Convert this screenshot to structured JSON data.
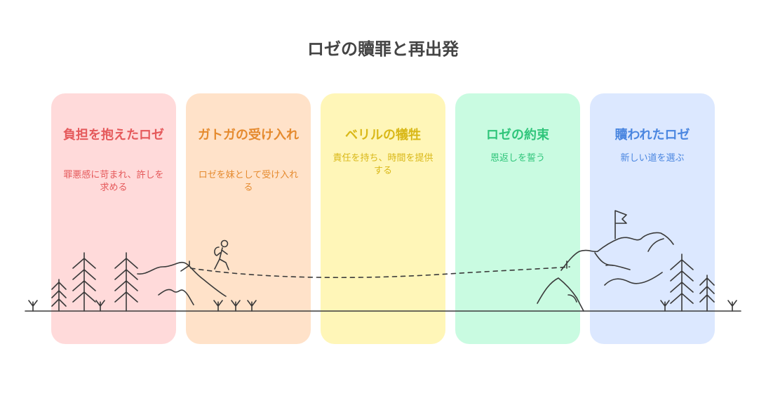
{
  "title": "ロゼの贖罪と再出発",
  "stages": [
    {
      "title": "負担を抱えたロゼ",
      "description": "罪悪感に苛まれ、許しを求める",
      "color": "#E5595B",
      "background": "#FFDADA"
    },
    {
      "title": "ガトガの受け入れ",
      "description": "ロゼを妹として受け入れる",
      "color": "#E58A2E",
      "background": "#FFE2C9"
    },
    {
      "title": "ベリルの犠牲",
      "description": "責任を持ち、時間を提供する",
      "color": "#D9B818",
      "background": "#FFF6B8"
    },
    {
      "title": "ロゼの約束",
      "description": "恩返しを誓う",
      "color": "#2FC57A",
      "background": "#C9FBE1"
    },
    {
      "title": "贖われたロゼ",
      "description": "新しい道を選ぶ",
      "color": "#4A86E0",
      "background": "#DCE8FF"
    }
  ],
  "icons": [
    "pine-tree-icon",
    "mountain-icon",
    "hiker-icon",
    "flag-icon",
    "grass-icon"
  ]
}
